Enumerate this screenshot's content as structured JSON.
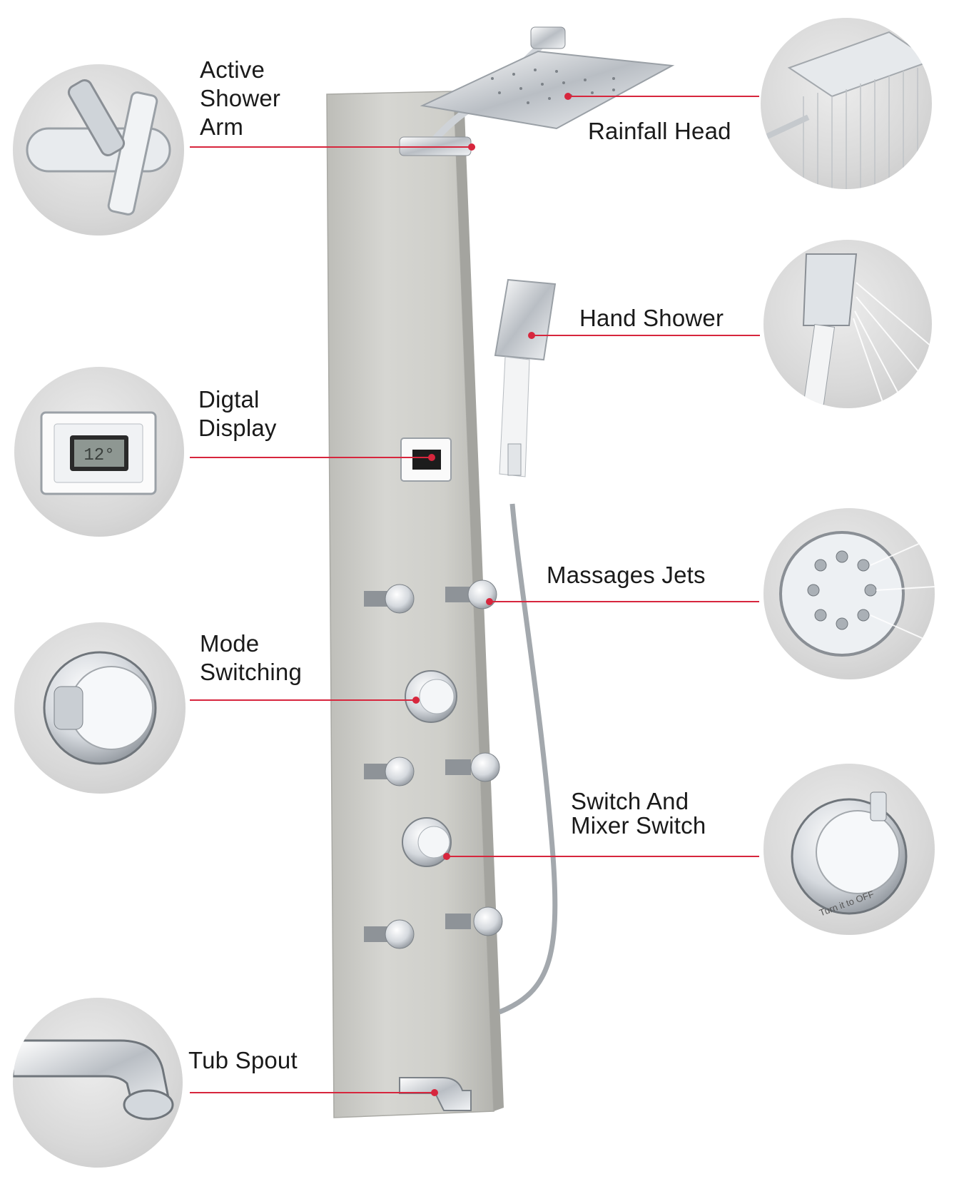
{
  "labels": {
    "shower_arm": [
      "Active",
      "Shower",
      "Arm"
    ],
    "rainfall_head": "Rainfall Head",
    "hand_shower": "Hand Shower",
    "digital_display": [
      "Digtal",
      "Display"
    ],
    "display_reading": "12°",
    "massage_jets": "Massages Jets",
    "mode_switching": [
      "Mode",
      "Switching"
    ],
    "switch_mixer": [
      "Switch And",
      "Mixer Switch"
    ],
    "mixer_inset_text": "Turn it to OFF",
    "tub_spout": "Tub Spout"
  },
  "colors": {
    "leader": "#d7263d",
    "panel": "#c9c9c5",
    "bubble": "#d8d8d8",
    "chrome": "#e9ecef"
  }
}
